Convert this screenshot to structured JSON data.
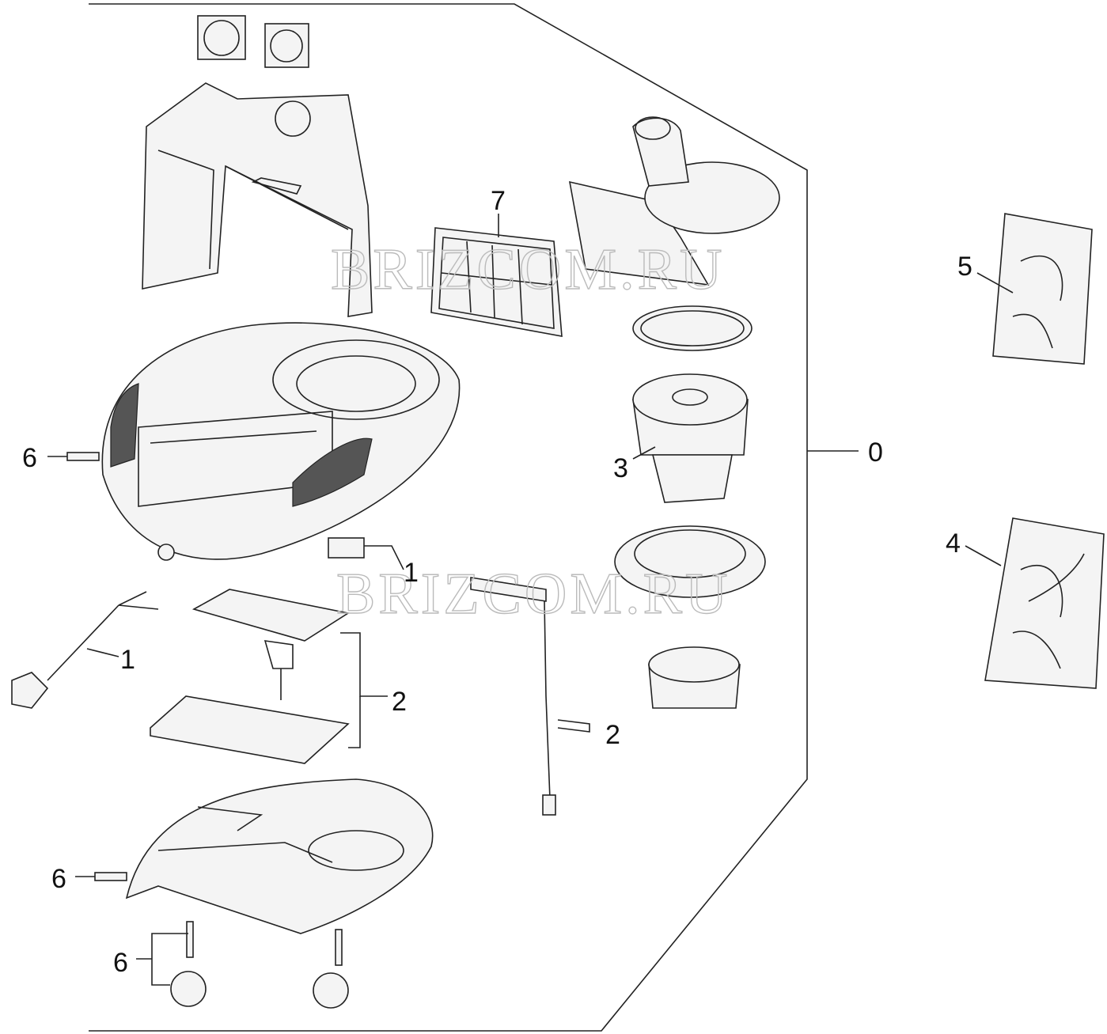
{
  "watermark": [
    "BRIZCOM.RU",
    "BRIZCOM.RU"
  ],
  "callouts": {
    "assembly": "0",
    "switch": "1",
    "power_cord": "1",
    "pcb_board": "2",
    "sensor_cable": "2",
    "motor": "3",
    "bag_kit_4": "4",
    "bag_kit_5": "5",
    "housing_screws": "6",
    "base_screws": "6",
    "castors": "6",
    "filter": "7"
  }
}
